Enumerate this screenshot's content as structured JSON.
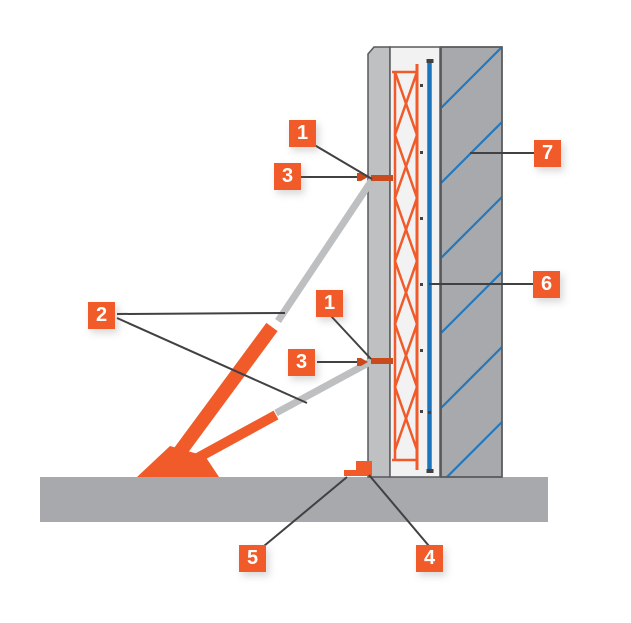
{
  "callouts": {
    "anchor_top": "1",
    "fixing_top": "3",
    "props": "2",
    "anchor_mid": "1",
    "fixing_mid": "3",
    "base_plate": "5",
    "base_block": "4",
    "membrane": "6",
    "wall": "7"
  },
  "colors": {
    "accent_orange": "#F15A29",
    "anchor_orange": "#C94B1D",
    "line_dark": "#414042",
    "brace_gray": "#BDBFC1",
    "panel_gray": "#BEC0C2",
    "concrete_gray": "#A7A9AC",
    "slab_gray": "#A7A9AC",
    "insulation_white": "#F2F2F3",
    "membrane_blue": "#1C75BC",
    "hatch_blue": "#2478BD",
    "outline_dark": "#58595B"
  }
}
